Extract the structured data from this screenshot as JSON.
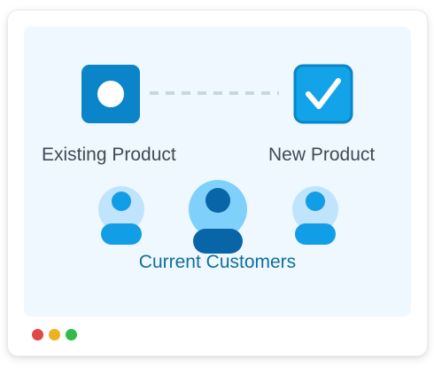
{
  "diagram": {
    "existing_label": "Existing Product",
    "new_label": "New Product",
    "customers_label": "Current Customers"
  },
  "icons": {
    "existing": "circle-in-square-icon",
    "new": "checkmark-square-icon",
    "customer": "user-icon"
  },
  "colors": {
    "existing_fill": "#0a85c9",
    "new_fill": "#12a3e8",
    "new_border": "#0a85c9",
    "connector": "#c5d7e6",
    "customer_light_bg": "#bfe4fb",
    "customer_light_fg": "#129ee6",
    "customer_center_bg": "#7fd0fa",
    "customer_center_fg": "#0866a8",
    "dot_red": "#e24646",
    "dot_yellow": "#f0b020",
    "dot_green": "#33bb4a"
  }
}
